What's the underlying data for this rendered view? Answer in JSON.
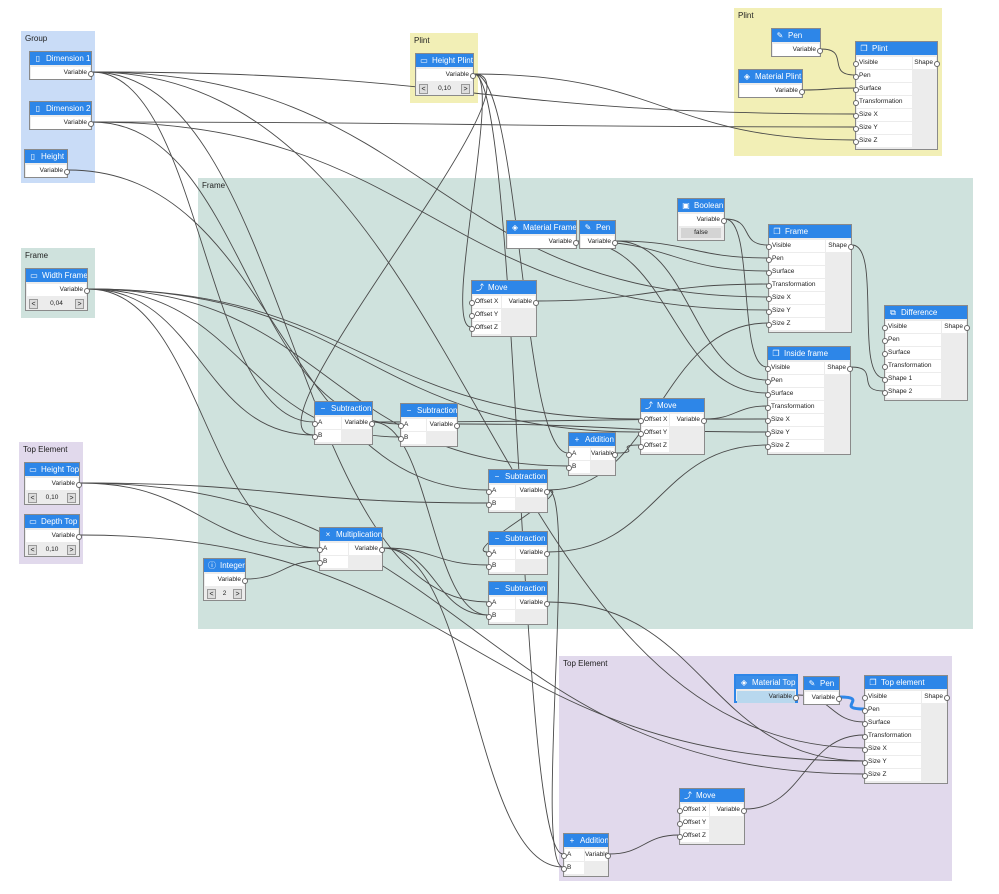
{
  "groups": {
    "group": {
      "label": "Group"
    },
    "plint_small": {
      "label": "Plint"
    },
    "plint": {
      "label": "Plint"
    },
    "frame_small": {
      "label": "Frame"
    },
    "frame": {
      "label": "Frame"
    },
    "top_small": {
      "label": "Top Element"
    },
    "top": {
      "label": "Top Element"
    }
  },
  "nodes": {
    "dimension1": {
      "title": "Dimension 1",
      "icon": "ruler-icon",
      "out": "Variable"
    },
    "dimension2": {
      "title": "Dimension 2",
      "icon": "ruler-icon",
      "out": "Variable"
    },
    "height": {
      "title": "Height",
      "icon": "ruler-icon",
      "out": "Variable"
    },
    "width_frame": {
      "title": "Width Frame",
      "icon": "slider-icon",
      "out": "Variable",
      "value": "0,04"
    },
    "height_top": {
      "title": "Height Top",
      "icon": "slider-icon",
      "out": "Variable",
      "value": "0,10"
    },
    "depth_top": {
      "title": "Depth Top",
      "icon": "slider-icon",
      "out": "Variable",
      "value": "0,10"
    },
    "height_plint": {
      "title": "Height Plint",
      "icon": "slider-icon",
      "out": "Variable",
      "value": "0,10"
    },
    "pen_plint": {
      "title": "Pen",
      "icon": "pen-icon",
      "out": "Variable"
    },
    "material_plint": {
      "title": "Material Plint",
      "icon": "material-icon",
      "out": "Variable"
    },
    "plint_shape": {
      "title": "Plint",
      "icon": "box-icon",
      "out": "Shape",
      "inputs": [
        "Visible",
        "Pen",
        "Surface",
        "Transformation",
        "Size X",
        "Size Y",
        "Size Z"
      ]
    },
    "boolean": {
      "title": "Boolean",
      "icon": "toggle-icon",
      "out": "Variable",
      "value": "false"
    },
    "material_frame": {
      "title": "Material Frame",
      "icon": "material-icon",
      "out": "Variable"
    },
    "pen_frame": {
      "title": "Pen",
      "icon": "pen-icon",
      "out": "Variable"
    },
    "frame_shape": {
      "title": "Frame",
      "icon": "box-icon",
      "out": "Shape",
      "inputs": [
        "Visible",
        "Pen",
        "Surface",
        "Transformation",
        "Size X",
        "Size Y",
        "Size Z"
      ]
    },
    "move1": {
      "title": "Move",
      "icon": "move-icon",
      "out": "Variable",
      "inputs": [
        "Offset X",
        "Offset Y",
        "Offset Z"
      ]
    },
    "difference": {
      "title": "Difference",
      "icon": "difference-icon",
      "out": "Shape",
      "inputs": [
        "Visible",
        "Pen",
        "Surface",
        "Transformation",
        "Shape 1",
        "Shape 2"
      ]
    },
    "inside_frame": {
      "title": "Inside frame",
      "icon": "box-icon",
      "out": "Shape",
      "inputs": [
        "Visible",
        "Pen",
        "Surface",
        "Transformation",
        "Size X",
        "Size Y",
        "Size Z"
      ]
    },
    "sub1": {
      "title": "Subtraction",
      "icon": "minus-icon",
      "out": "Variable",
      "inputs": [
        "A",
        "B"
      ]
    },
    "sub2": {
      "title": "Subtraction",
      "icon": "minus-icon",
      "out": "Variable",
      "inputs": [
        "A",
        "B"
      ]
    },
    "move2": {
      "title": "Move",
      "icon": "move-icon",
      "out": "Variable",
      "inputs": [
        "Offset X",
        "Offset Y",
        "Offset Z"
      ]
    },
    "add1": {
      "title": "Addition",
      "icon": "plus-icon",
      "out": "Variable",
      "inputs": [
        "A",
        "B"
      ]
    },
    "sub3": {
      "title": "Subtraction",
      "icon": "minus-icon",
      "out": "Variable",
      "inputs": [
        "A",
        "B"
      ]
    },
    "mult": {
      "title": "Multiplication",
      "icon": "times-icon",
      "out": "Variable",
      "inputs": [
        "A",
        "B"
      ]
    },
    "sub4": {
      "title": "Subtraction",
      "icon": "minus-icon",
      "out": "Variable",
      "inputs": [
        "A",
        "B"
      ]
    },
    "sub5": {
      "title": "Subtraction",
      "icon": "minus-icon",
      "out": "Variable",
      "inputs": [
        "A",
        "B"
      ]
    },
    "integer": {
      "title": "Integer",
      "icon": "integer-icon",
      "out": "Variable",
      "value": "2"
    },
    "material_top": {
      "title": "Material Top",
      "icon": "material-icon",
      "out": "Variable"
    },
    "pen_top": {
      "title": "Pen",
      "icon": "pen-icon",
      "out": "Variable"
    },
    "top_element": {
      "title": "Top element",
      "icon": "box-icon",
      "out": "Shape",
      "inputs": [
        "Visible",
        "Pen",
        "Surface",
        "Transformation",
        "Size X",
        "Size Y",
        "Size Z"
      ]
    },
    "move3": {
      "title": "Move",
      "icon": "move-icon",
      "out": "Variable",
      "inputs": [
        "Offset X",
        "Offset Y",
        "Offset Z"
      ]
    },
    "add2": {
      "title": "Addition",
      "icon": "plus-icon",
      "out": "Variable",
      "inputs": [
        "A",
        "B"
      ]
    }
  },
  "stepper": {
    "dec": "<",
    "inc": ">"
  },
  "colors": {
    "node_header": "#2d86e8",
    "group_blue": "#c9dcf7",
    "group_yellow": "#f2efb6",
    "group_green": "#cfe2dd",
    "group_purple": "#e1d9ec",
    "wire": "#4a4a4a",
    "wire_selected": "#2d86e8"
  }
}
